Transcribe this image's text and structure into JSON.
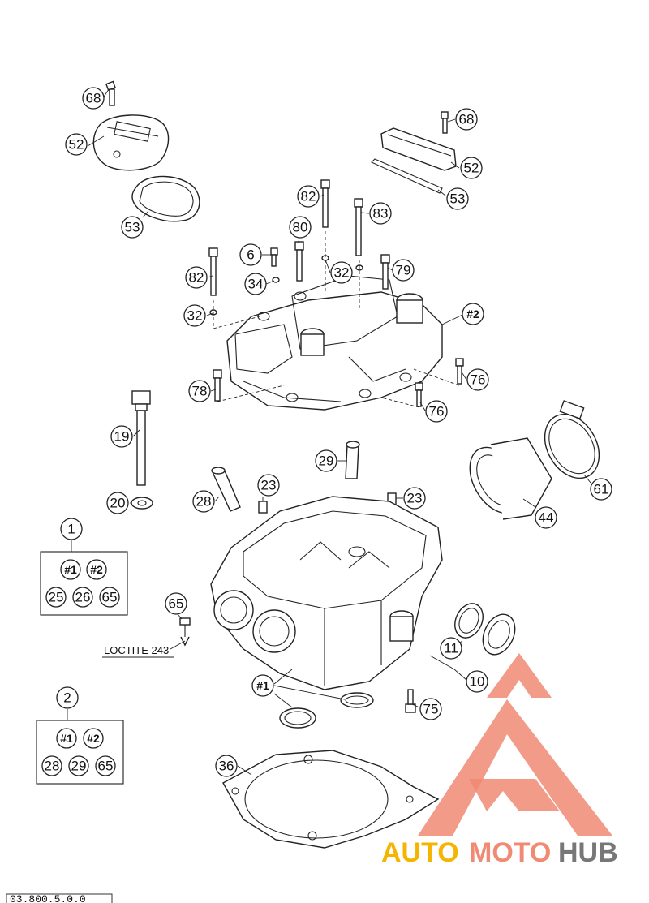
{
  "callouts": {
    "c68a": "68",
    "c52a": "52",
    "c53a": "53",
    "c68b": "68",
    "c52b": "52",
    "c53b": "53",
    "c82a": "82",
    "c83": "83",
    "c80": "80",
    "c6": "6",
    "c32a": "32",
    "c79": "79",
    "c82b": "82",
    "c34": "34",
    "c32b": "32",
    "c2ref": "#2",
    "c78": "78",
    "c76a": "76",
    "c76b": "76",
    "c19": "19",
    "c29a": "29",
    "c23a": "23",
    "c23b": "23",
    "c28": "28",
    "c20": "20",
    "c44": "44",
    "c61": "61",
    "c65": "65",
    "c11": "11",
    "c10": "10",
    "c1ref": "#1",
    "c75": "75",
    "c36": "36"
  },
  "kits": [
    {
      "number": "1",
      "items": [
        "#1",
        "#2",
        "25",
        "26",
        "65"
      ]
    },
    {
      "number": "2",
      "items": [
        "#1",
        "#2",
        "28",
        "29",
        "65"
      ]
    }
  ],
  "note": {
    "loctite": "LOCTITE 243"
  },
  "watermark": {
    "part1": "AUTO",
    "part2": "MOTO",
    "part3": "HUB",
    "color_main": "#f08a73",
    "color_accent": "#f5b400",
    "color_dark": "#777777"
  },
  "footer": {
    "code": "03.800.5.0.0"
  }
}
